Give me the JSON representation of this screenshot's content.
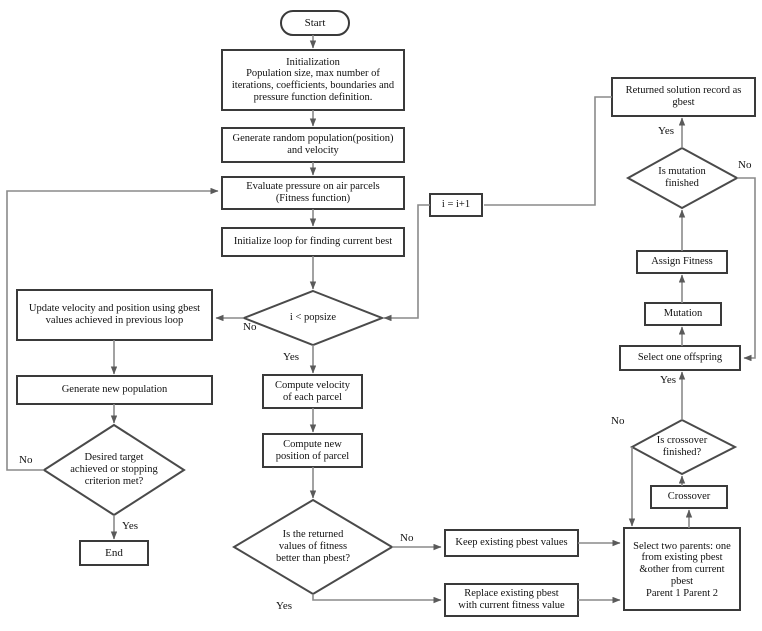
{
  "diagram": {
    "title": "Hybrid PSO-GA flowchart",
    "colors": {
      "shape_stroke": "#3a3a3a",
      "connector": "#8a8a8a",
      "background": "#ffffff",
      "text": "#111111"
    },
    "nodes": [
      {
        "id": "start",
        "type": "terminator",
        "text": "Start"
      },
      {
        "id": "init",
        "type": "process",
        "text": "Initialization\nPopulation size, max number of\niterations, coefficients, boundaries and\npressure function definition."
      },
      {
        "id": "genrand",
        "type": "process",
        "text": "Generate random population(position)\nand velocity"
      },
      {
        "id": "evaluate",
        "type": "process",
        "text": "Evaluate pressure on air parcels\n(Fitness function)"
      },
      {
        "id": "initloop",
        "type": "process",
        "text": "Initialize loop for finding current best"
      },
      {
        "id": "ipopsize",
        "type": "decision",
        "text": "i < popsize"
      },
      {
        "id": "iplus",
        "type": "process",
        "text": "i = i+1"
      },
      {
        "id": "updatevel",
        "type": "process",
        "text": "Update velocity and position  using gbest\nvalues  achieved in previous loop"
      },
      {
        "id": "gennewpop",
        "type": "process",
        "text": "Generate new population"
      },
      {
        "id": "desired",
        "type": "decision",
        "text": "Desired target\nachieved or stopping\ncriterion met?"
      },
      {
        "id": "end",
        "type": "terminator",
        "text": "End"
      },
      {
        "id": "compvel",
        "type": "process",
        "text": "Compute velocity\nof each parcel"
      },
      {
        "id": "comppos",
        "type": "process",
        "text": "Compute new\nposition of parcel"
      },
      {
        "id": "fitbetter",
        "type": "decision",
        "text": "Is the returned\nvalues  of fitness\nbetter than pbest?"
      },
      {
        "id": "keeppbest",
        "type": "process",
        "text": "Keep existing pbest values"
      },
      {
        "id": "replacepbest",
        "type": "process",
        "text": "Replace existing pbest\nwith current fitness value"
      },
      {
        "id": "selparents",
        "type": "process",
        "text": "Select two parents: one\nfrom existing pbest\n&other from current\npbest\nParent 1        Parent 2"
      },
      {
        "id": "crossover",
        "type": "process",
        "text": "Crossover"
      },
      {
        "id": "crossdone",
        "type": "decision",
        "text": "Is crossover\nfinished?"
      },
      {
        "id": "seloffspring",
        "type": "process",
        "text": "Select one offspring"
      },
      {
        "id": "mutation",
        "type": "process",
        "text": "Mutation"
      },
      {
        "id": "assignfit",
        "type": "process",
        "text": "Assign Fitness"
      },
      {
        "id": "mutdone",
        "type": "decision",
        "text": "Is mutation\nfinished"
      },
      {
        "id": "gbest",
        "type": "process",
        "text": "Returned solution record as\ngbest"
      }
    ],
    "edge_labels": {
      "ipopsize_no": "No",
      "ipopsize_yes": "Yes",
      "desired_no": "No",
      "desired_yes": "Yes",
      "fitbetter_no": "No",
      "fitbetter_yes": "Yes",
      "crossdone_no": "No",
      "crossdone_yes": "Yes",
      "mutdone_no": "No",
      "mutdone_yes": "Yes"
    }
  }
}
